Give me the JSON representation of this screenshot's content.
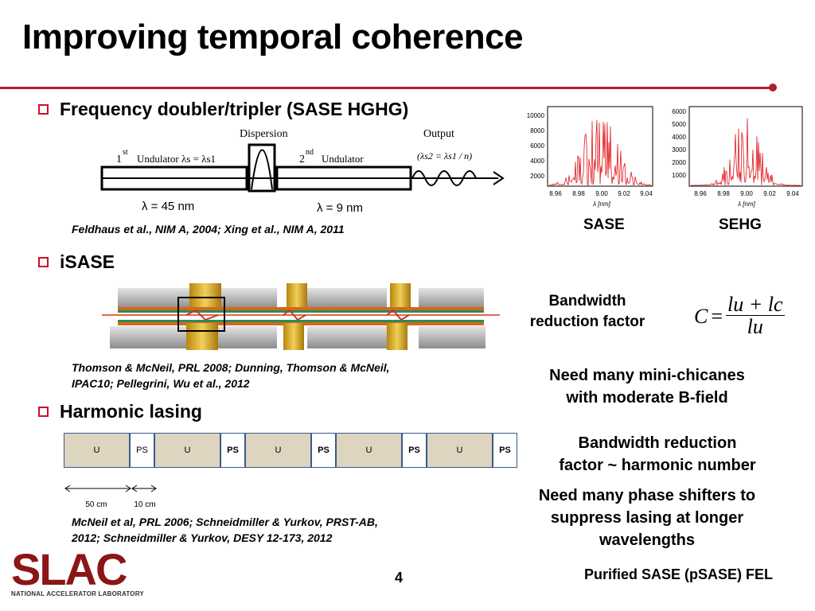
{
  "slide": {
    "title": "Improving temporal coherence",
    "page_number": "4",
    "footer_right": "Purified SASE (pSASE) FEL"
  },
  "logo": {
    "text": "SLAC",
    "subtitle": "NATIONAL ACCELERATOR LABORATORY"
  },
  "sections": {
    "hghg": {
      "heading": "Frequency doubler/tripler (SASE HGHG)",
      "diagram": {
        "undulator1_sup": "st",
        "undulator1_num": "1",
        "undulator1_label": "Undulator λs = λs1",
        "dispersion": "Dispersion",
        "undulator2_sup": "nd",
        "undulator2_num": "2",
        "undulator2_label": "Undulator",
        "output": "Output",
        "output_formula": "(λs2 = λs1 / n)",
        "lambda1": "λ = 45 nm",
        "lambda2": "λ = 9 nm"
      },
      "citation": "Feldhaus et al., NIM A, 2004; Xing et al., NIM A, 2011",
      "spectra": {
        "sase": {
          "label": "SASE",
          "xlabel": "λ [nm]",
          "yticks": [
            "10000",
            "8000",
            "6000",
            "4000",
            "2000"
          ],
          "xticks": [
            "8.96",
            "8.98",
            "9.00",
            "9.02",
            "9.04"
          ]
        },
        "sehg": {
          "label": "SEHG",
          "xlabel": "λ [nm]",
          "yticks": [
            "6000",
            "5000",
            "4000",
            "3000",
            "2000",
            "1000"
          ],
          "xticks": [
            "8.96",
            "8.98",
            "9.00",
            "9.02",
            "9.04"
          ]
        },
        "line_color": "#e0161c"
      }
    },
    "isase": {
      "heading": "iSASE",
      "citation_line1": "Thomson & McNeil, PRL 2008; Dunning, Thomson & McNeil,",
      "citation_line2": "IPAC10; Pellegrini, Wu et al., 2012",
      "bw_label_line1": "Bandwidth",
      "bw_label_line2": "reduction factor",
      "formula": {
        "lhs": "C",
        "eq": "=",
        "num": "lu + lc",
        "den": "lu"
      },
      "note_line1": "Need many mini-chicanes",
      "note_line2": "with moderate B-field"
    },
    "harmonic": {
      "heading": "Harmonic lasing",
      "segments": [
        "U",
        "PS",
        "U",
        "PS",
        "U",
        "PS",
        "U",
        "PS",
        "U",
        "PS"
      ],
      "dim1": "50 cm",
      "dim2": "10 cm",
      "citation_line1": "McNeil et al, PRL 2006; Schneidmiller & Yurkov, PRST-AB,",
      "citation_line2": "2012; Schneidmiller & Yurkov, DESY 12-173, 2012",
      "note1_line1": "Bandwidth reduction",
      "note1_line2": "factor ~ harmonic number",
      "note2_line1": "Need many phase shifters to",
      "note2_line2": "suppress lasing at longer",
      "note2_line3": "wavelengths"
    }
  },
  "colors": {
    "accent": "#b0202a",
    "bullet": "#c8102e",
    "segment_fill": "#ddd5c0",
    "segment_border": "#3a5a8c"
  }
}
